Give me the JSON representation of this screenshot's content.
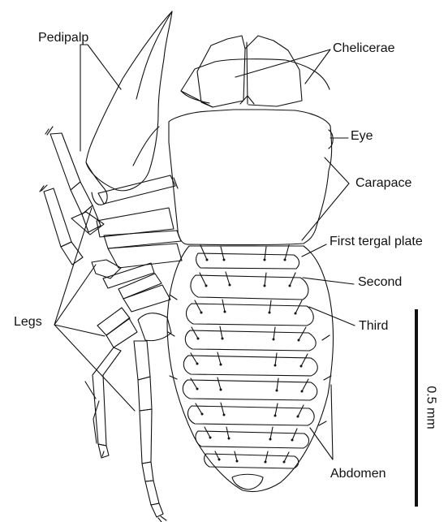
{
  "labels": {
    "pedipalp": "Pedipalp",
    "chelicerae": "Chelicerae",
    "eye": "Eye",
    "carapace": "Carapace",
    "first_tergal_plate": "First tergal plate",
    "second": "Second",
    "third": "Third",
    "legs": "Legs",
    "abdomen": "Abdomen"
  },
  "scale_bar": {
    "label": "0.5 mm"
  },
  "colors": {
    "ink": "#111111",
    "background": "#ffffff"
  }
}
